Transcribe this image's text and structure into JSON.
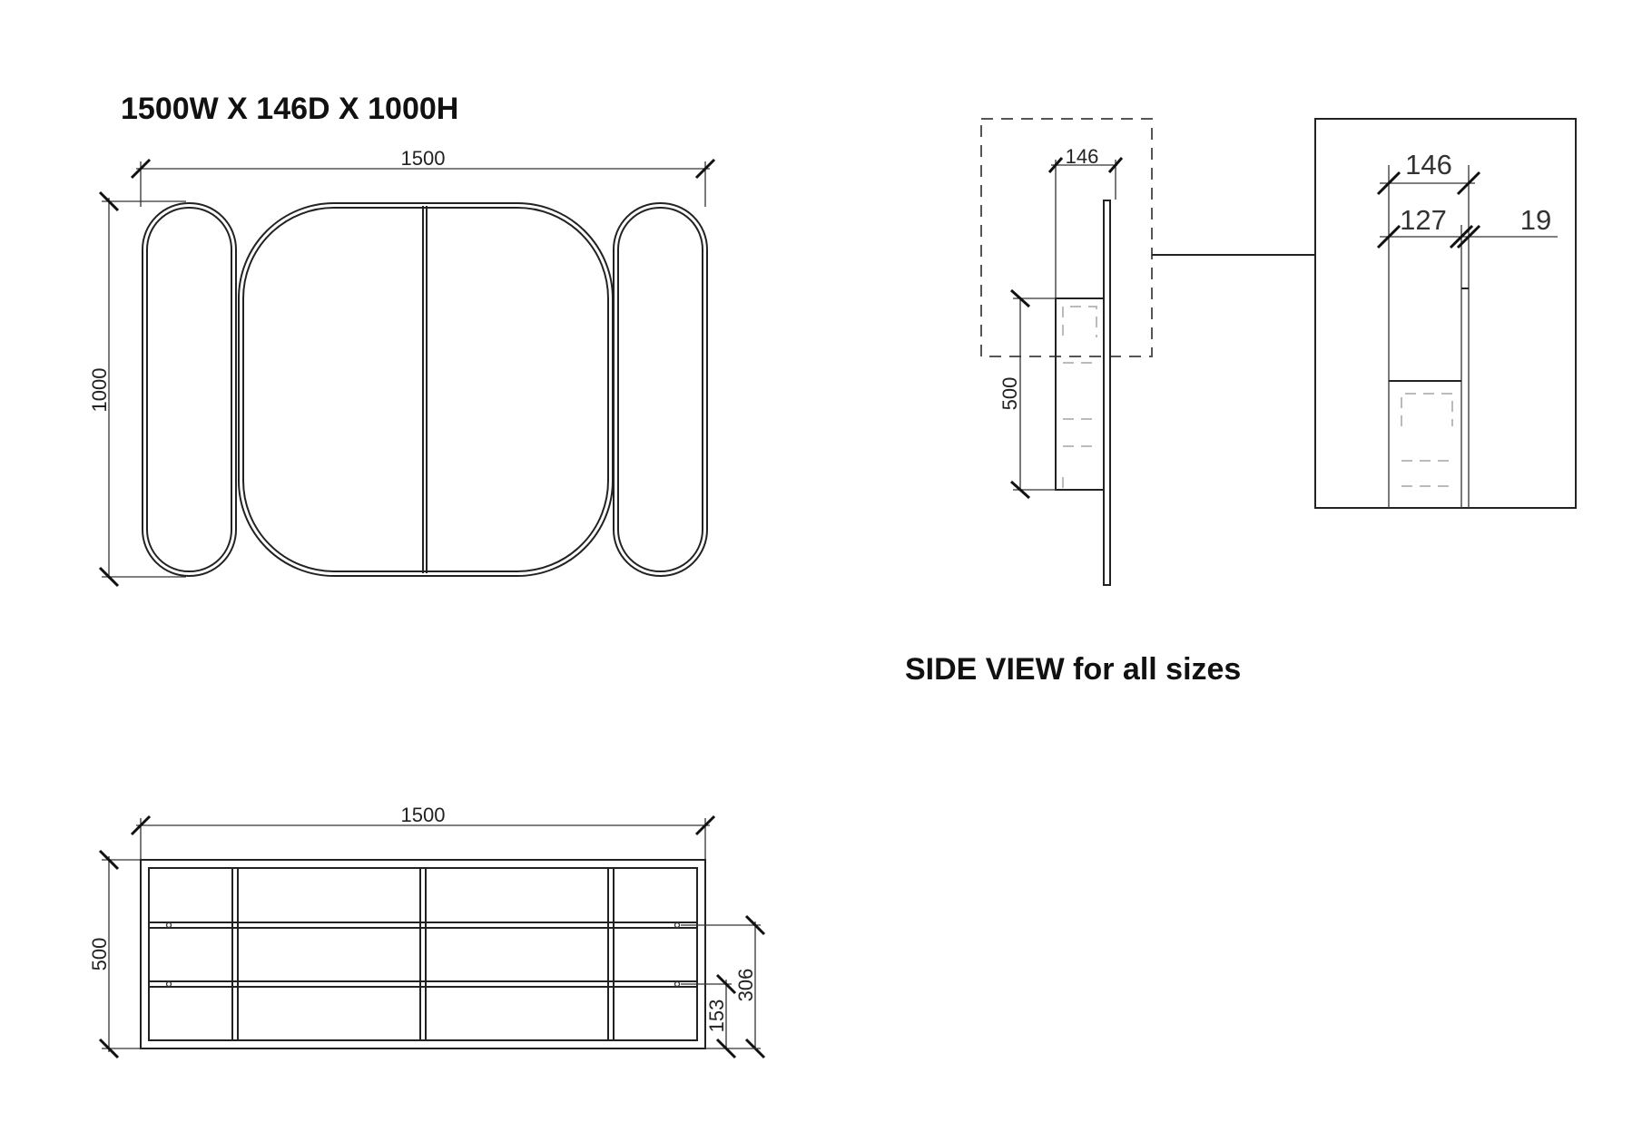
{
  "front_view": {
    "title": "1500W X 146D X 1000H",
    "width_dim": "1500",
    "height_dim": "1000"
  },
  "side_view": {
    "title": "SIDE VIEW for all sizes",
    "depth_dim": "146",
    "cabinet_height_dim": "500",
    "detail": {
      "depth_dim": "146",
      "body_dim": "127",
      "door_dim": "19"
    }
  },
  "interior_view": {
    "width_dim": "1500",
    "height_dim": "500",
    "shelf_upper_dim": "306",
    "shelf_lower_dim": "153"
  }
}
